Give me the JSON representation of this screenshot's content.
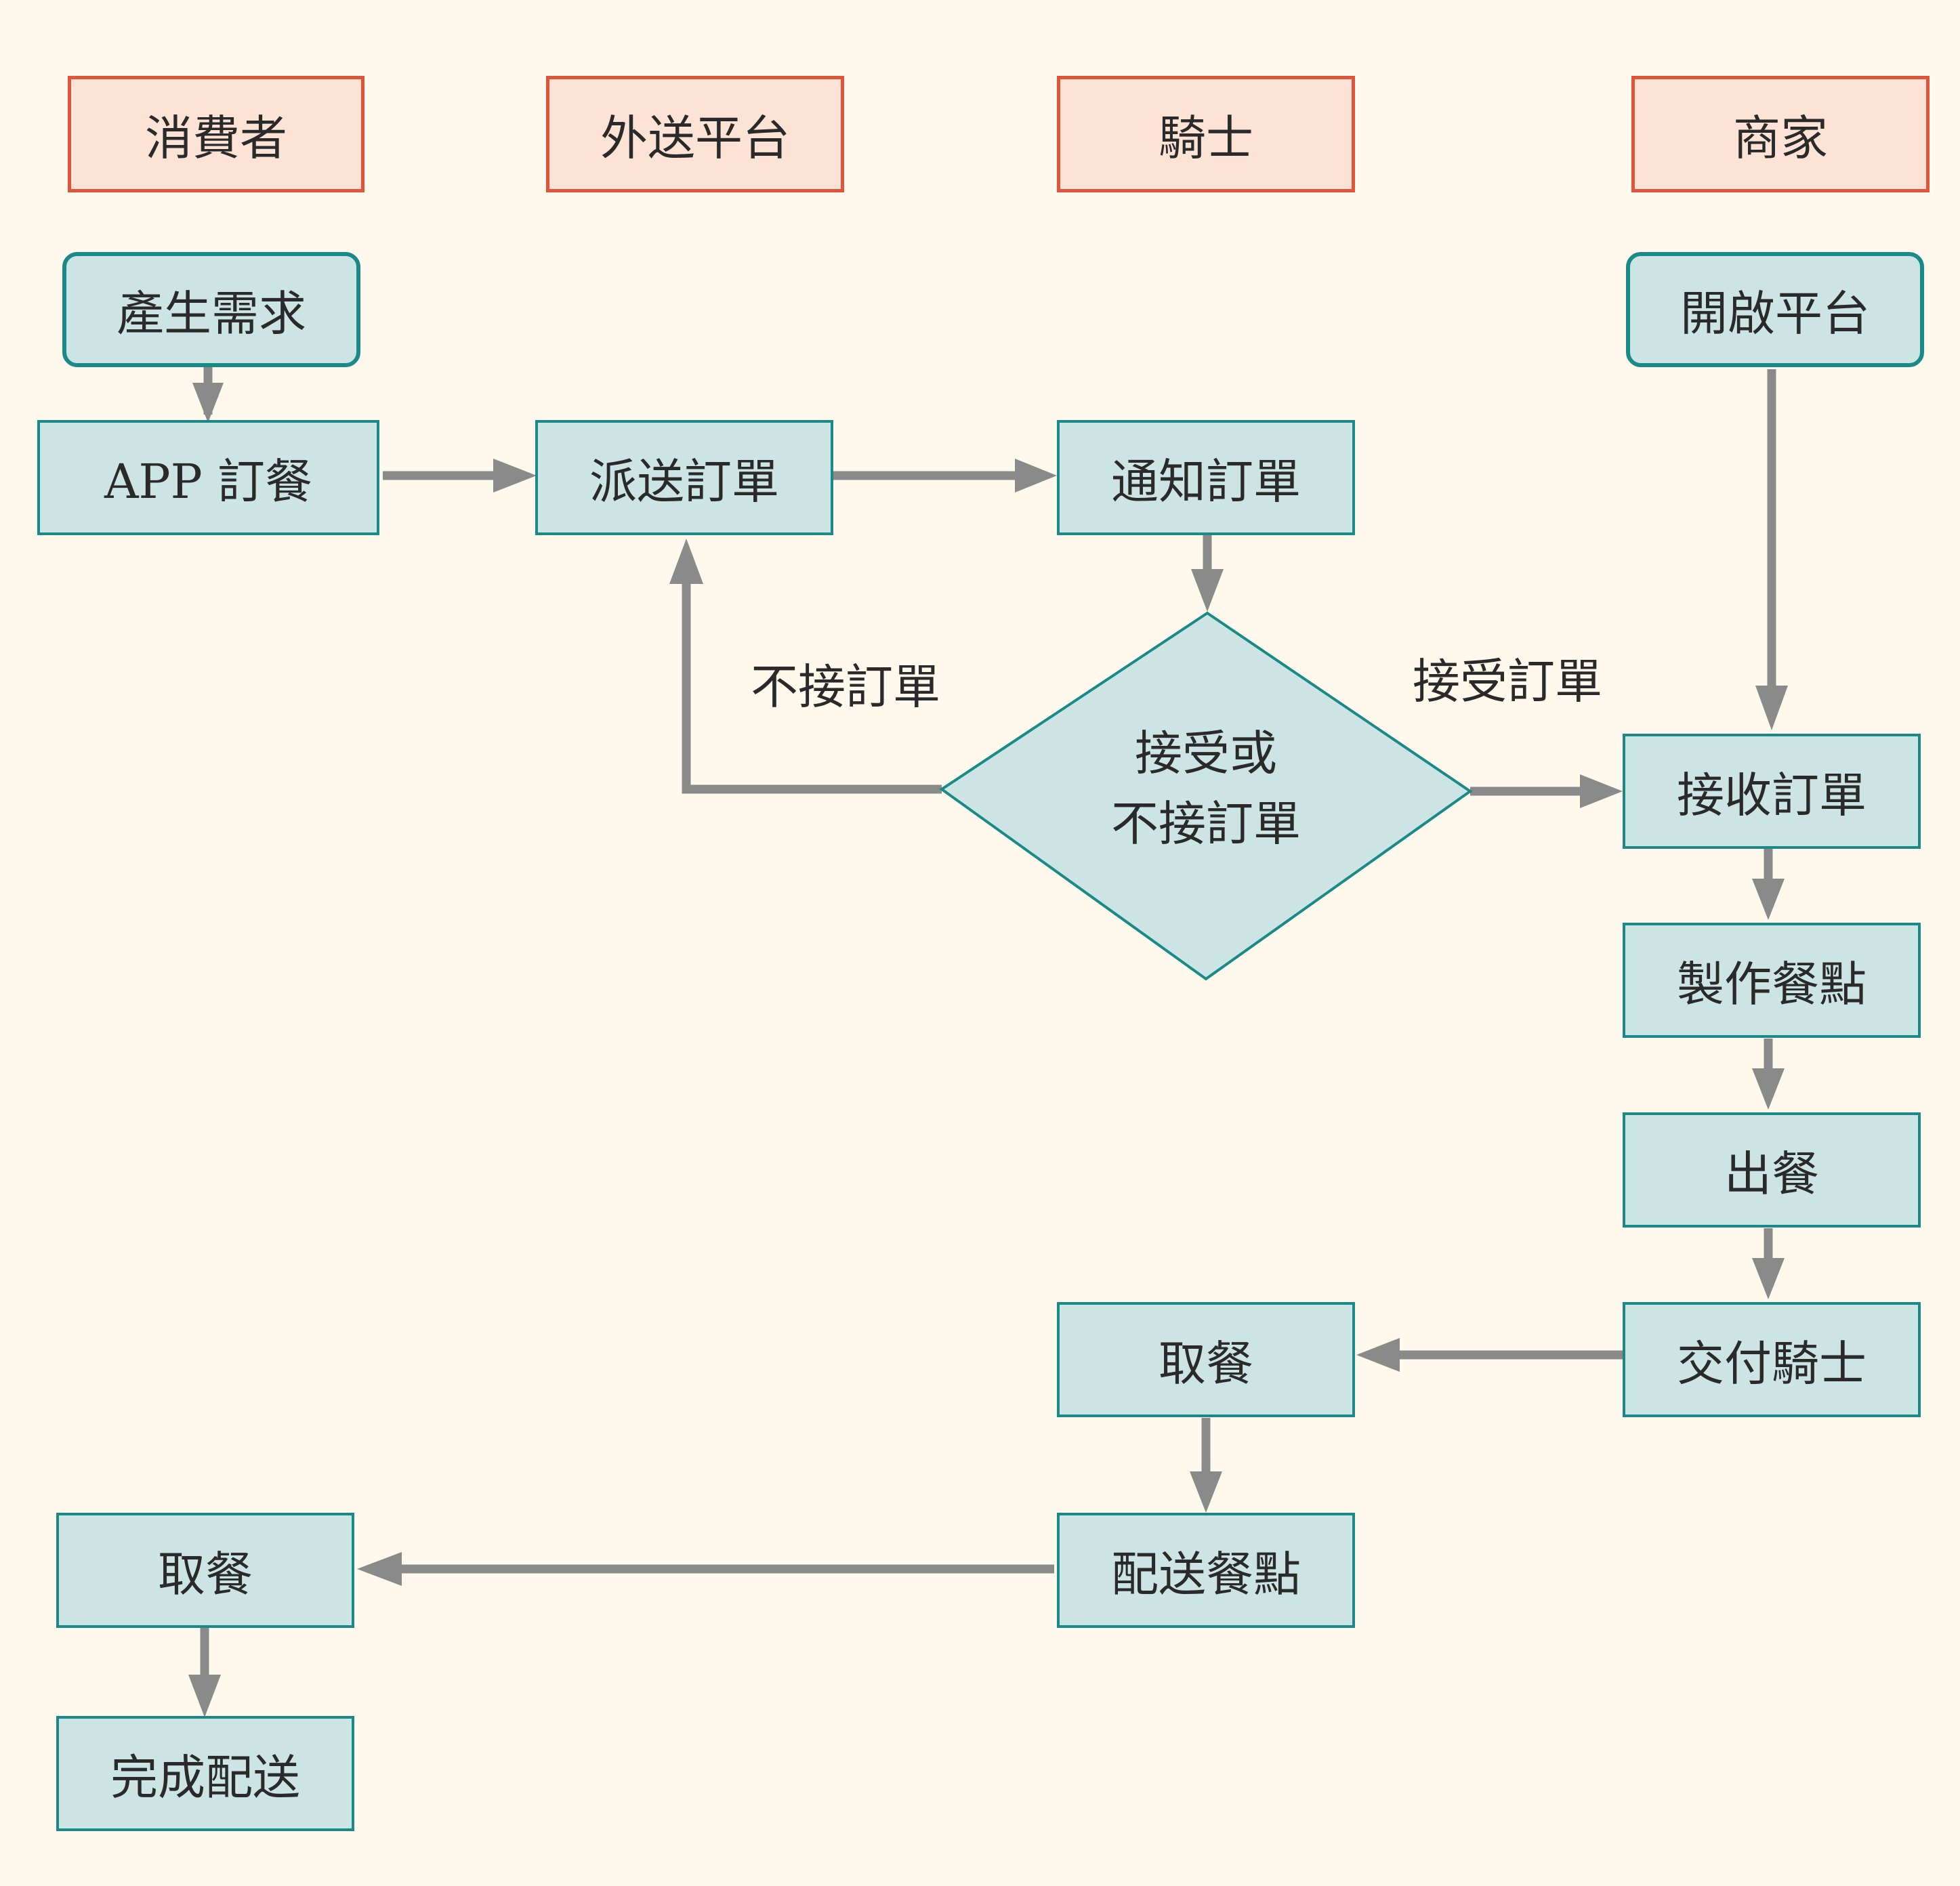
{
  "lanes": {
    "consumer": "消費者",
    "platform": "外送平台",
    "rider": "騎士",
    "merchant": "商家"
  },
  "nodes": {
    "need": "產生需求",
    "app_order": "APP 訂餐",
    "dispatch": "派送訂單",
    "notify": "通知訂單",
    "decision_line1": "接受或",
    "decision_line2": "不接訂單",
    "open_platform": "開啟平台",
    "receive_order": "接收訂單",
    "make_meal": "製作餐點",
    "serve": "出餐",
    "handover": "交付騎士",
    "rider_pickup": "取餐",
    "deliver": "配送餐點",
    "consumer_pickup": "取餐",
    "complete": "完成配送"
  },
  "edges": {
    "reject": "不接訂單",
    "accept": "接受訂單"
  },
  "colors": {
    "background": "#fef9ec",
    "header_fill": "#fce3d6",
    "header_border": "#e0553a",
    "node_fill": "#cce4e3",
    "node_border": "#198a88",
    "arrow": "#8a8a8a"
  }
}
